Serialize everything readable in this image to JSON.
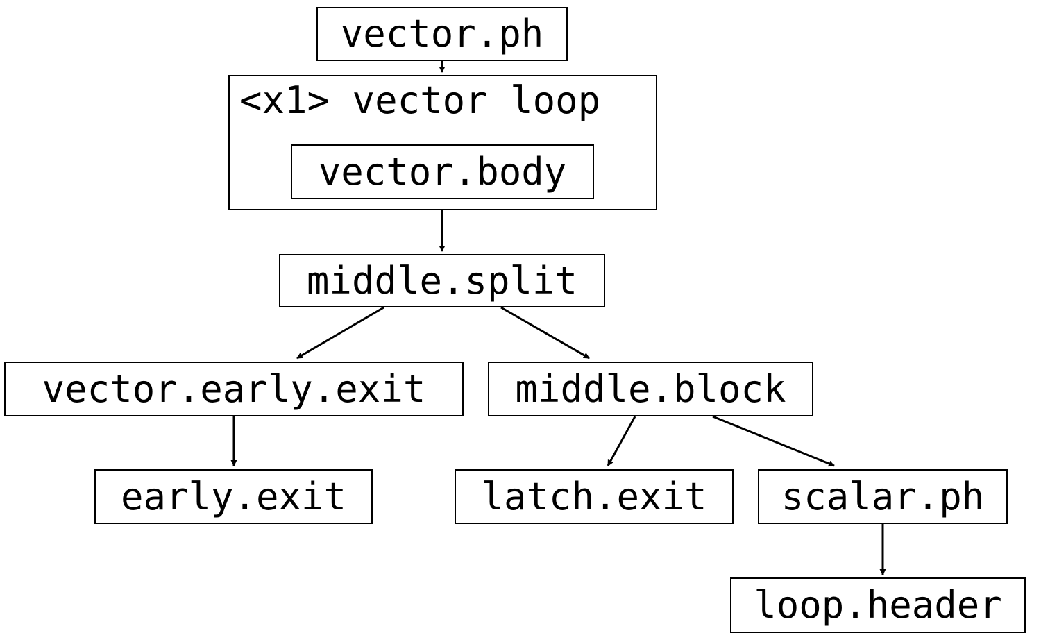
{
  "graph": {
    "type": "control-flow-graph",
    "background_color": "#ffffff",
    "stroke_color": "#000000",
    "nodes": [
      {
        "id": "vector.ph",
        "label": "vector.ph"
      },
      {
        "id": "vector.body",
        "label": "vector.body"
      },
      {
        "id": "middle.split",
        "label": "middle.split"
      },
      {
        "id": "vector.early.exit",
        "label": "vector.early.exit"
      },
      {
        "id": "middle.block",
        "label": "middle.block"
      },
      {
        "id": "early.exit",
        "label": "early.exit"
      },
      {
        "id": "latch.exit",
        "label": "latch.exit"
      },
      {
        "id": "scalar.ph",
        "label": "scalar.ph"
      },
      {
        "id": "loop.header",
        "label": "loop.header"
      }
    ],
    "clusters": [
      {
        "id": "vector_loop",
        "label": "<x1> vector loop",
        "contains": [
          "vector.body"
        ]
      }
    ],
    "edges": [
      {
        "from": "vector.ph",
        "to": "vector_loop"
      },
      {
        "from": "vector.body",
        "to": "middle.split"
      },
      {
        "from": "middle.split",
        "to": "vector.early.exit"
      },
      {
        "from": "middle.split",
        "to": "middle.block"
      },
      {
        "from": "vector.early.exit",
        "to": "early.exit"
      },
      {
        "from": "middle.block",
        "to": "latch.exit"
      },
      {
        "from": "middle.block",
        "to": "scalar.ph"
      },
      {
        "from": "scalar.ph",
        "to": "loop.header"
      }
    ]
  }
}
